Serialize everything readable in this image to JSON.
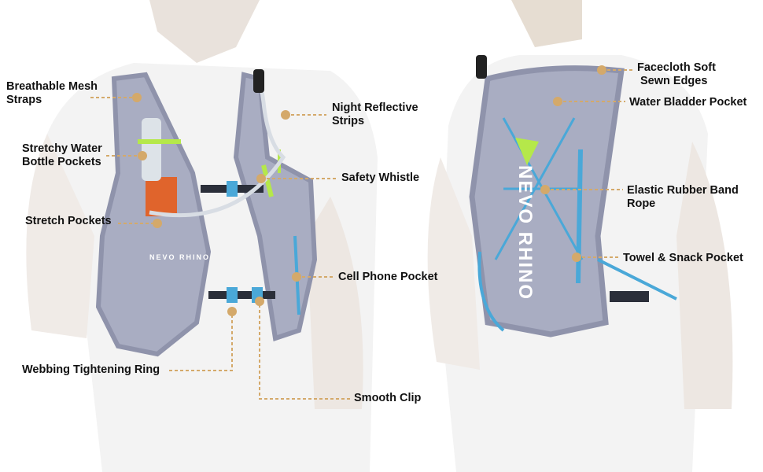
{
  "colors": {
    "marker": "#d4a96a",
    "vest": "#a9adc2",
    "strap": "#4aa8d8",
    "accent_green": "#b5e84a"
  },
  "brand": {
    "logo_text_front": "NEVO RHINO",
    "logo_text_back": "NEVO RHINO"
  },
  "labels": {
    "mesh_straps": [
      "Breathable Mesh",
      "Straps"
    ],
    "bottle_pockets": [
      "Stretchy Water",
      "Bottle Pockets"
    ],
    "stretch_pockets": "Stretch Pockets",
    "webbing_ring": "Webbing Tightening Ring",
    "smooth_clip": "Smooth Clip",
    "cell_phone_pocket": "Cell Phone Pocket",
    "safety_whistle": "Safety Whistle",
    "reflective_strips": [
      "Night Reflective",
      "Strips"
    ],
    "facecloth_edges": [
      "Facecloth Soft",
      "Sewn Edges"
    ],
    "bladder_pocket": "Water Bladder Pocket",
    "rubber_band_rope": [
      "Elastic Rubber Band",
      "Rope"
    ],
    "towel_snack_pocket": "Towel & Snack Pocket"
  }
}
